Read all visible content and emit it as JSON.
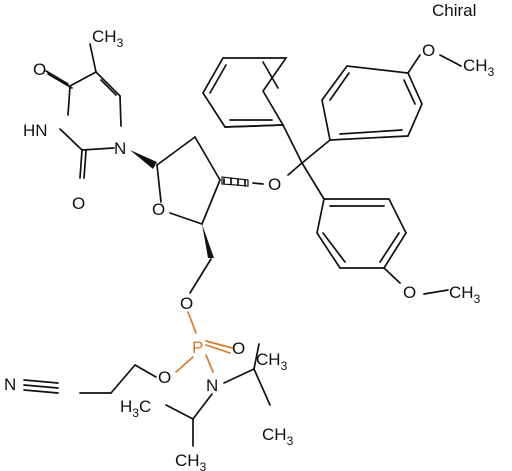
{
  "labels": {
    "chiral": "Chiral",
    "ch3_top": "CH3",
    "o_amide_top": "O",
    "nh": "HN",
    "n_ring": "N",
    "o_amide_bottom": "O",
    "o_furanose": "O",
    "o_trityl_ether": "O",
    "ome_top": "O",
    "ch3_ome_top": "CH3",
    "ome_bottom": "O",
    "ch3_ome_bottom": "CH3",
    "o_5prime": "O",
    "p": "P",
    "o_double": "O",
    "o_cyanoethyl": "O",
    "n_amine": "N",
    "n_nitrile": "N",
    "h3c_left": "H3C",
    "ch3_right": "CH3",
    "ch3_bottom_left": "CH3",
    "ch3_bottom_right": "CH3"
  },
  "colors": {
    "bond": "#111111",
    "phosphorus": "#d97a2b",
    "background": "#ffffff"
  }
}
